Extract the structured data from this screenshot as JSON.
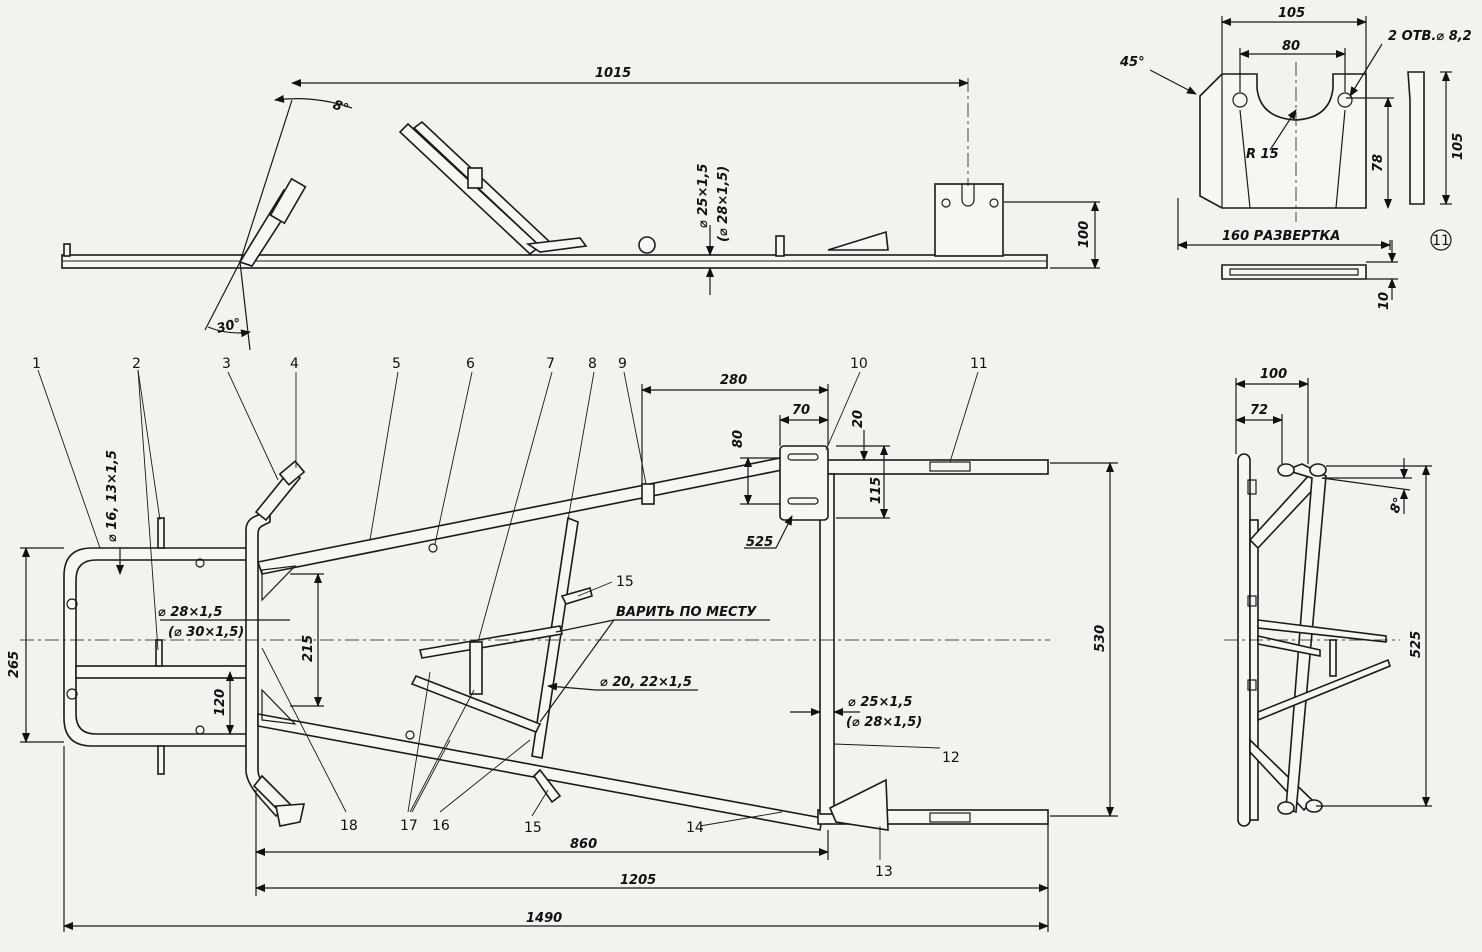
{
  "side_view": {
    "dim_1015": "1015",
    "angle_8": "8°",
    "angle_30": "30°",
    "tube_25": "⌀ 25×1,5",
    "tube_28": "(⌀ 28×1,5)",
    "dim_100": "100"
  },
  "bracket_detail": {
    "dim_105_top": "105",
    "dim_80": "80",
    "holes": "2 ОТВ.⌀ 8,2",
    "angle_45": "45°",
    "radius": "R 15",
    "dim_78": "78",
    "dim_105_side": "105",
    "unfold": "160 РАЗВЕРТКА",
    "dim_10": "10",
    "detail_number": "11"
  },
  "plan_view": {
    "callouts": [
      "1",
      "2",
      "3",
      "4",
      "5",
      "6",
      "7",
      "8",
      "9",
      "10",
      "11",
      "12",
      "13",
      "14",
      "15",
      "15",
      "16",
      "17",
      "18"
    ],
    "dim_280": "280",
    "dim_70": "70",
    "dim_20": "20",
    "dim_80": "80",
    "dim_115": "115",
    "radius_525": "525",
    "tube_16": "⌀ 16, 13×1,5",
    "tube_28": "⌀ 28×1,5",
    "tube_30": "(⌀ 30×1,5)",
    "dim_215": "215",
    "dim_120": "120",
    "dim_265": "265",
    "weld_note": "ВАРИТЬ ПО МЕСТУ",
    "tube_20": "⌀ 20, 22×1,5",
    "tube_25": "⌀ 25×1,5",
    "tube_28b": "(⌀ 28×1,5)",
    "dim_530": "530",
    "dim_860": "860",
    "dim_1205": "1205",
    "dim_1490": "1490"
  },
  "front_view": {
    "dim_100": "100",
    "dim_72": "72",
    "angle_8": "8°",
    "dim_525": "525"
  }
}
